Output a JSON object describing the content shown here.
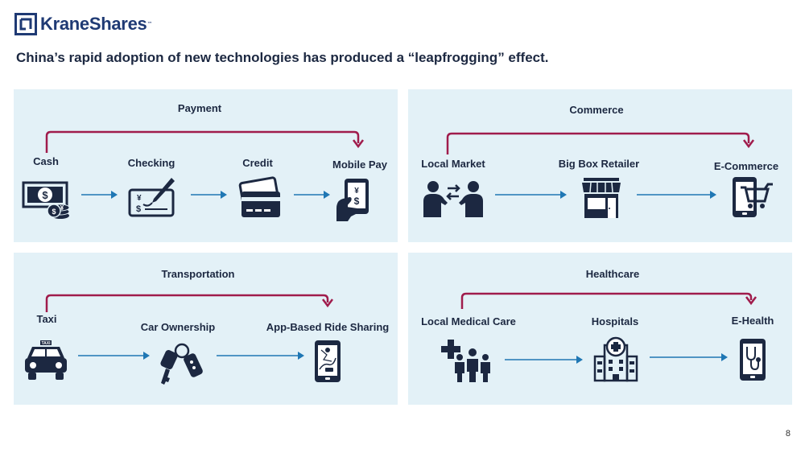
{
  "brand": {
    "name": "KraneShares",
    "tm": "™"
  },
  "headline": "China’s rapid adoption of new technologies has produced a “leapfrogging” effect.",
  "colors": {
    "accent": "#a01c4c",
    "arrow": "#1f77b4",
    "icon": "#1c2841",
    "panel": "#e3f1f7"
  },
  "panels": {
    "payment": {
      "title": "Payment",
      "steps": [
        "Cash",
        "Checking",
        "Credit",
        "Mobile Pay"
      ]
    },
    "commerce": {
      "title": "Commerce",
      "steps": [
        "Local Market",
        "Big Box Retailer",
        "E-Commerce"
      ]
    },
    "transportation": {
      "title": "Transportation",
      "steps": [
        "Taxi",
        "Car Ownership",
        "App-Based Ride Sharing"
      ]
    },
    "healthcare": {
      "title": "Healthcare",
      "steps": [
        "Local Medical Care",
        "Hospitals",
        "E-Health"
      ]
    }
  },
  "page_number": "8"
}
